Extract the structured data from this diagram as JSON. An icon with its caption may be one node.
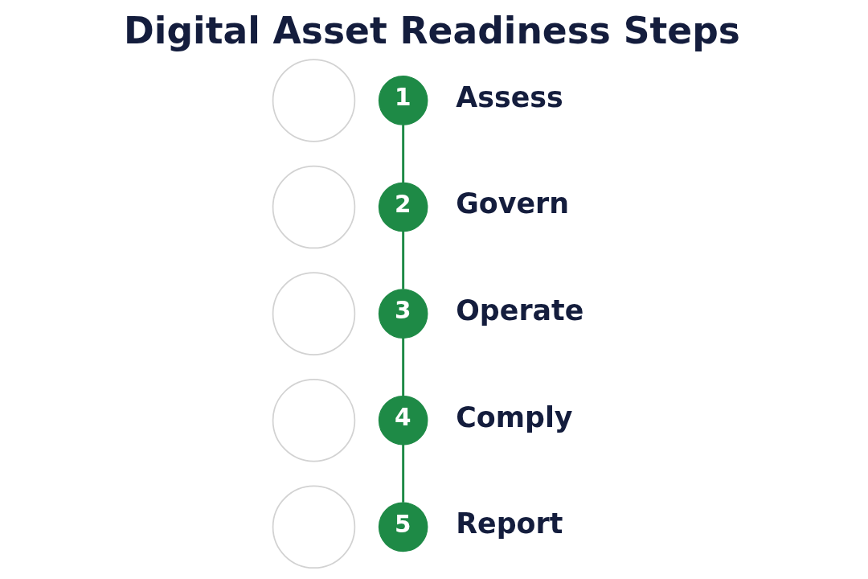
{
  "diagram": {
    "title": "Digital Asset Readiness Steps",
    "nodes": [
      {
        "text": [],
        "shape": "circle"
      },
      {
        "text": [
          "1"
        ],
        "beside": [
          "Assess"
        ]
      },
      {
        "text": [],
        "shape": "circle"
      },
      {
        "text": [
          "2"
        ],
        "beside": [
          "Govern"
        ]
      },
      {
        "text": [],
        "shape": "circle"
      },
      {
        "text": [
          "3"
        ],
        "beside": [
          "Operate"
        ]
      },
      {
        "text": [],
        "shape": "circle"
      },
      {
        "text": [
          "4"
        ],
        "beside": [
          "Comply"
        ]
      },
      {
        "text": [],
        "shape": "circle"
      },
      {
        "text": [
          "5"
        ],
        "beside": [
          "Report"
        ]
      }
    ],
    "edges": [
      {
        "from": 1,
        "to": 3,
        "arrow": "none"
      },
      {
        "from": 3,
        "to": 5,
        "arrow": "none"
      },
      {
        "from": 5,
        "to": 7,
        "arrow": "none"
      },
      {
        "from": 7,
        "to": 9,
        "arrow": "none"
      }
    ]
  }
}
